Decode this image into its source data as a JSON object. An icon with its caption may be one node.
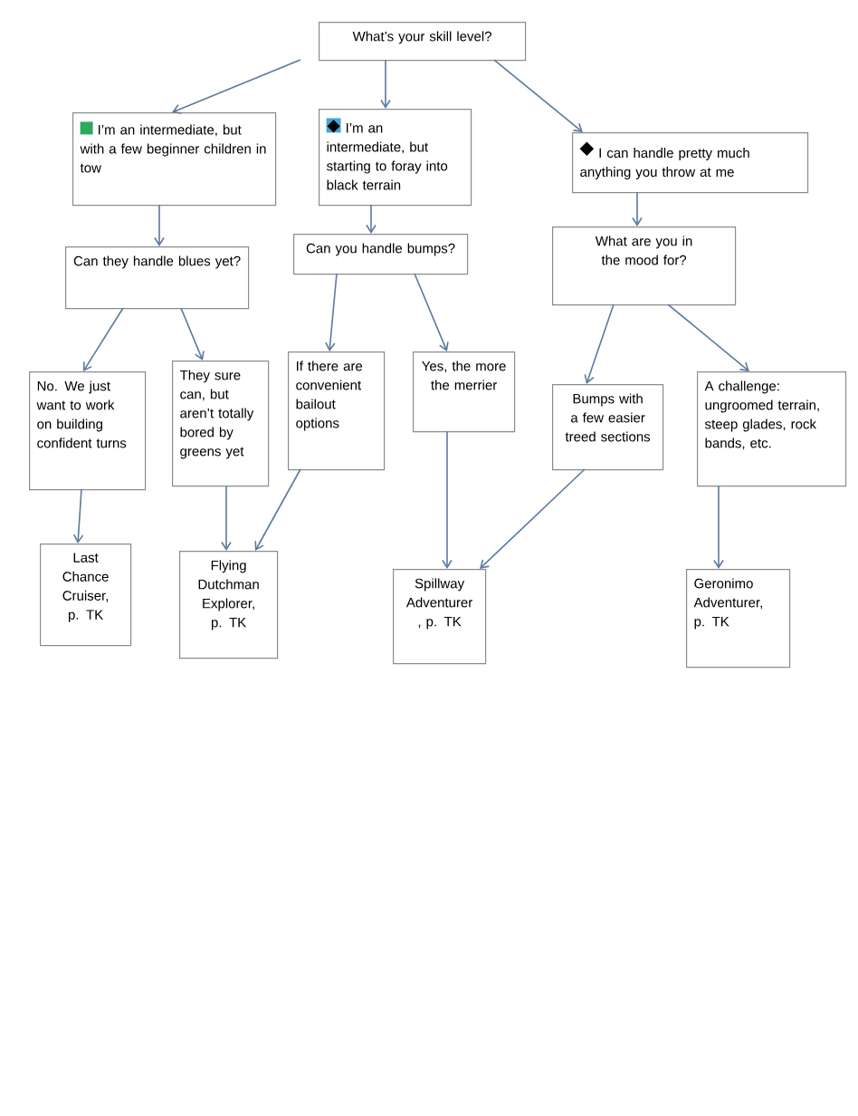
{
  "diagram": {
    "nodes": [
      {
        "text": [
          "What’s your skill level?"
        ]
      },
      {
        "text": [
          "I’m an intermediate, but with a  few beginner children in tow"
        ]
      },
      {
        "text": [
          "I’m an intermediate, but starting to foray into black terrain"
        ]
      },
      {
        "text": [
          "I can handle pretty much anything you throw at me"
        ]
      },
      {
        "text": [
          "Can they handle blues yet?"
        ]
      },
      {
        "text": [
          "Can you handle bumps?"
        ]
      },
      {
        "text": [
          "What are you in the mood for?"
        ]
      },
      {
        "text": [
          "No. We just want to work on building confident turns"
        ]
      },
      {
        "text": [
          "They sure can, but aren’t totally bored by greens yet"
        ]
      },
      {
        "text": [
          "If there are convenient bailout options"
        ]
      },
      {
        "text": [
          "Yes, the more the merrier"
        ]
      },
      {
        "text": [
          "Bumps with a few easier treed sections"
        ]
      },
      {
        "text": [
          "A challenge: ungroomed terrain, steep glades, rock bands, etc."
        ]
      },
      {
        "text": [
          "Last Chance Cruiser, p. TK"
        ]
      },
      {
        "text": [
          "Flying Dutchman Explorer, p. TK"
        ]
      },
      {
        "text": [
          "Spillway Adventurer , p. TK"
        ]
      },
      {
        "text": [
          "Geronimo Adventurer, p. TK"
        ]
      }
    ],
    "edges": [
      {
        "from": 0,
        "to": 1,
        "arrow": "to"
      },
      {
        "from": 0,
        "to": 2,
        "arrow": "to"
      },
      {
        "from": 0,
        "to": 3,
        "arrow": "to"
      },
      {
        "from": 1,
        "to": 4,
        "arrow": "to"
      },
      {
        "from": 2,
        "to": 5,
        "arrow": "to"
      },
      {
        "from": 3,
        "to": 6,
        "arrow": "to"
      },
      {
        "from": 4,
        "to": 7,
        "arrow": "to"
      },
      {
        "from": 4,
        "to": 8,
        "arrow": "to"
      },
      {
        "from": 5,
        "to": 9,
        "arrow": "to"
      },
      {
        "from": 5,
        "to": 10,
        "arrow": "to"
      },
      {
        "from": 6,
        "to": 11,
        "arrow": "to"
      },
      {
        "from": 6,
        "to": 12,
        "arrow": "to"
      },
      {
        "from": 7,
        "to": 13,
        "arrow": "to"
      },
      {
        "from": 8,
        "to": 14,
        "arrow": "to"
      },
      {
        "from": 9,
        "to": 14,
        "arrow": "to"
      },
      {
        "from": 10,
        "to": 15,
        "arrow": "to"
      },
      {
        "from": 11,
        "to": 15,
        "arrow": "to"
      },
      {
        "from": 12,
        "to": 16,
        "arrow": "to"
      }
    ]
  }
}
